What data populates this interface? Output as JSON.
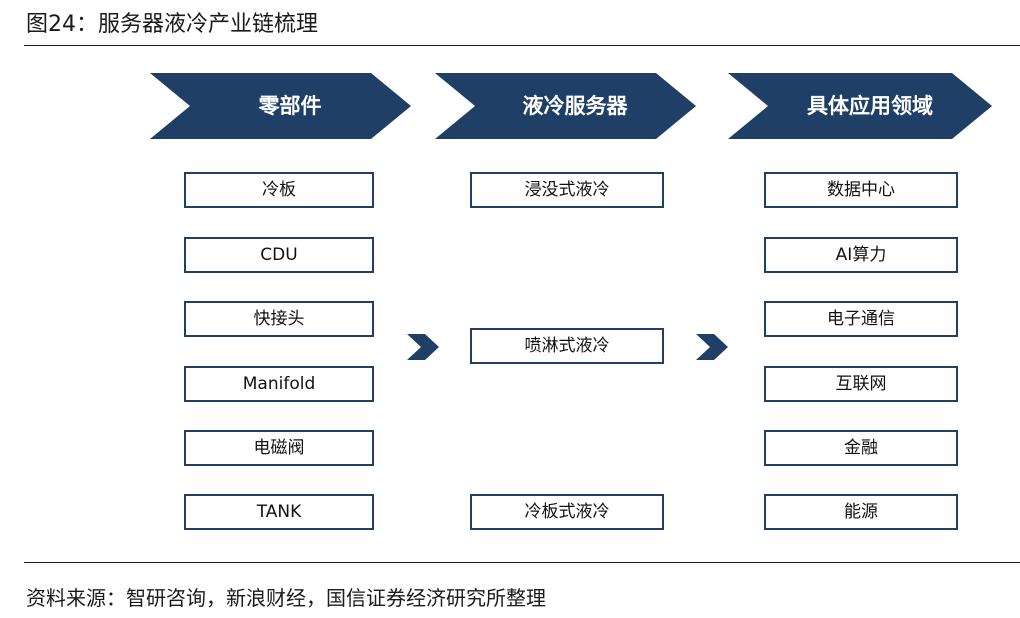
{
  "title": "图24：服务器液冷产业链梳理",
  "source": "资料来源：智研咨询，新浪财经，国信证券经济研究所整理",
  "colors": {
    "navy": "#1f3f67",
    "box_border": "#1f3f67"
  },
  "columns": [
    {
      "header": "零部件",
      "items": [
        "冷板",
        "CDU",
        "快接头",
        "Manifold",
        "电磁阀",
        "TANK"
      ]
    },
    {
      "header": "液冷服务器",
      "items": [
        "浸没式液冷",
        "喷淋式液冷",
        "冷板式液冷"
      ]
    },
    {
      "header": "具体应用领域",
      "items": [
        "数据中心",
        "AI算力",
        "电子通信",
        "互联网",
        "金融",
        "能源"
      ]
    }
  ]
}
